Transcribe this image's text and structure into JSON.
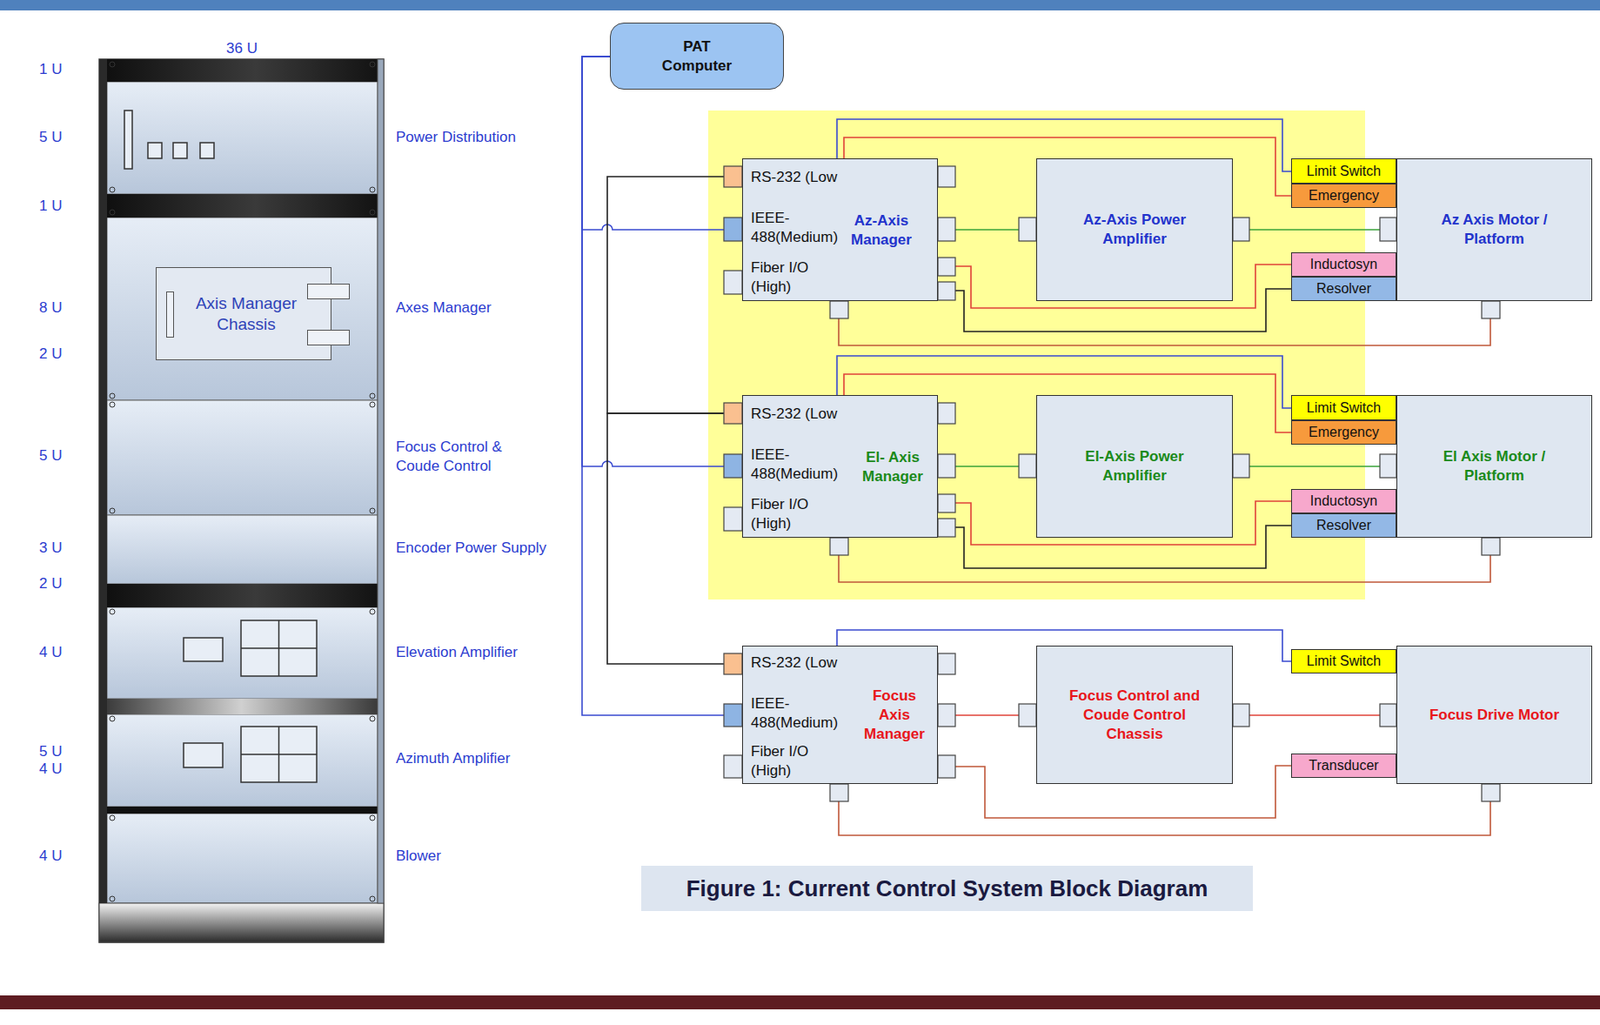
{
  "diagram": {
    "caption": "Figure 1: Current Control System Block Diagram",
    "nodes": [
      {
        "text": [
          "Axis Manager Chassis"
        ]
      },
      {
        "text": [
          "PAT Computer"
        ]
      },
      {
        "text": [
          "RS-232 (Low",
          "IEEE- 488(Medium)",
          "Fiber I/O (High)",
          "Az-Axis Manager"
        ]
      },
      {
        "text": [
          "Az-Axis Power Amplifier"
        ]
      },
      {
        "text": [
          "Limit Switch"
        ]
      },
      {
        "text": [
          "Emergency"
        ]
      },
      {
        "text": [
          "Az Axis Motor / Platform"
        ]
      },
      {
        "text": [
          "Inductosyn"
        ]
      },
      {
        "text": [
          "Resolver"
        ]
      },
      {
        "text": [
          "RS-232 (Low",
          "IEEE- 488(Medium)",
          "Fiber I/O (High)",
          "El- Axis Manager"
        ]
      },
      {
        "text": [
          "El-Axis Power Amplifier"
        ]
      },
      {
        "text": [
          "Limit Switch"
        ]
      },
      {
        "text": [
          "Emergency"
        ]
      },
      {
        "text": [
          "El Axis Motor / Platform"
        ]
      },
      {
        "text": [
          "Inductosyn"
        ]
      },
      {
        "text": [
          "Resolver"
        ]
      },
      {
        "text": [
          "RS-232 (Low",
          "IEEE- 488(Medium)",
          "Fiber I/O (High)",
          "Focus Axis Manager"
        ]
      },
      {
        "text": [
          "Focus Control and Coude Control Chassis"
        ]
      },
      {
        "text": [
          "Limit Switch"
        ]
      },
      {
        "text": [
          "Focus Drive Motor"
        ]
      },
      {
        "text": [
          "Transducer"
        ]
      }
    ],
    "edges": [
      {
        "from": 1,
        "to": 2,
        "arrow": "none"
      },
      {
        "from": 1,
        "to": 9,
        "arrow": "none"
      },
      {
        "from": 1,
        "to": 16,
        "arrow": "none"
      },
      {
        "from": 2,
        "to": 9,
        "arrow": "none"
      },
      {
        "from": 9,
        "to": 16,
        "arrow": "none"
      },
      {
        "from": 2,
        "to": 4,
        "arrow": "none"
      },
      {
        "from": 2,
        "to": 5,
        "arrow": "none"
      },
      {
        "from": 2,
        "to": 3,
        "arrow": "none"
      },
      {
        "from": 3,
        "to": 6,
        "arrow": "none"
      },
      {
        "from": 2,
        "to": 7,
        "arrow": "none"
      },
      {
        "from": 2,
        "to": 8,
        "arrow": "none"
      },
      {
        "from": 2,
        "to": 6,
        "arrow": "none"
      },
      {
        "from": 9,
        "to": 11,
        "arrow": "none"
      },
      {
        "from": 9,
        "to": 12,
        "arrow": "none"
      },
      {
        "from": 9,
        "to": 10,
        "arrow": "none"
      },
      {
        "from": 10,
        "to": 13,
        "arrow": "none"
      },
      {
        "from": 9,
        "to": 14,
        "arrow": "none"
      },
      {
        "from": 9,
        "to": 15,
        "arrow": "none"
      },
      {
        "from": 9,
        "to": 13,
        "arrow": "none"
      },
      {
        "from": 16,
        "to": 18,
        "arrow": "none"
      },
      {
        "from": 16,
        "to": 17,
        "arrow": "none"
      },
      {
        "from": 17,
        "to": 19,
        "arrow": "none"
      },
      {
        "from": 16,
        "to": 20,
        "arrow": "none"
      },
      {
        "from": 16,
        "to": 19,
        "arrow": "none"
      }
    ],
    "labels": [
      "36 U",
      "1 U",
      "5 U",
      "1 U",
      "8 U",
      "2 U",
      "5 U",
      "3 U",
      "2 U",
      "4 U",
      "5 U",
      "4 U",
      "4 U",
      "Power Distribution",
      "Axes Manager",
      "Focus Control & Coude Control",
      "Encoder Power Supply",
      "Elevation Amplifier",
      "Azimuth Amplifier",
      "Blower"
    ]
  }
}
